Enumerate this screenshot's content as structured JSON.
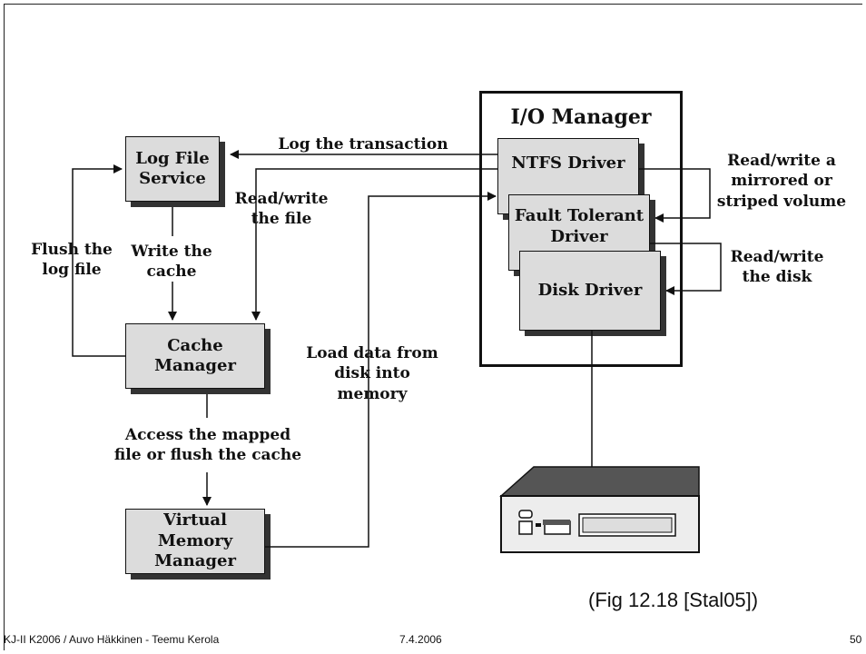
{
  "diagram": {
    "io_manager_label": "I/O Manager",
    "boxes": {
      "log_file_service": "Log File\nService",
      "cache_manager": "Cache\nManager",
      "virtual_memory_manager": "Virtual Memory\nManager",
      "ntfs_driver": "NTFS Driver",
      "fault_tolerant_driver": "Fault Tolerant\nDriver",
      "disk_driver": "Disk Driver"
    },
    "labels": {
      "log_transaction": "Log the transaction",
      "read_write_file": "Read/write\nthe file",
      "flush_log": "Flush the\nlog file",
      "write_cache": "Write the\ncache",
      "access_mapped": "Access the mapped\nfile or flush the cache",
      "load_data": "Load data from\ndisk into\nmemory",
      "read_write_mirrored": "Read/write a\nmirrored or\nstriped volume",
      "read_write_disk": "Read/write\nthe disk"
    }
  },
  "caption": "(Fig 12.18 [Stal05])",
  "footer": {
    "course": "KJ-II K2006 / Auvo Häkkinen - Teemu Kerola",
    "date": "7.4.2006",
    "page": "50"
  }
}
